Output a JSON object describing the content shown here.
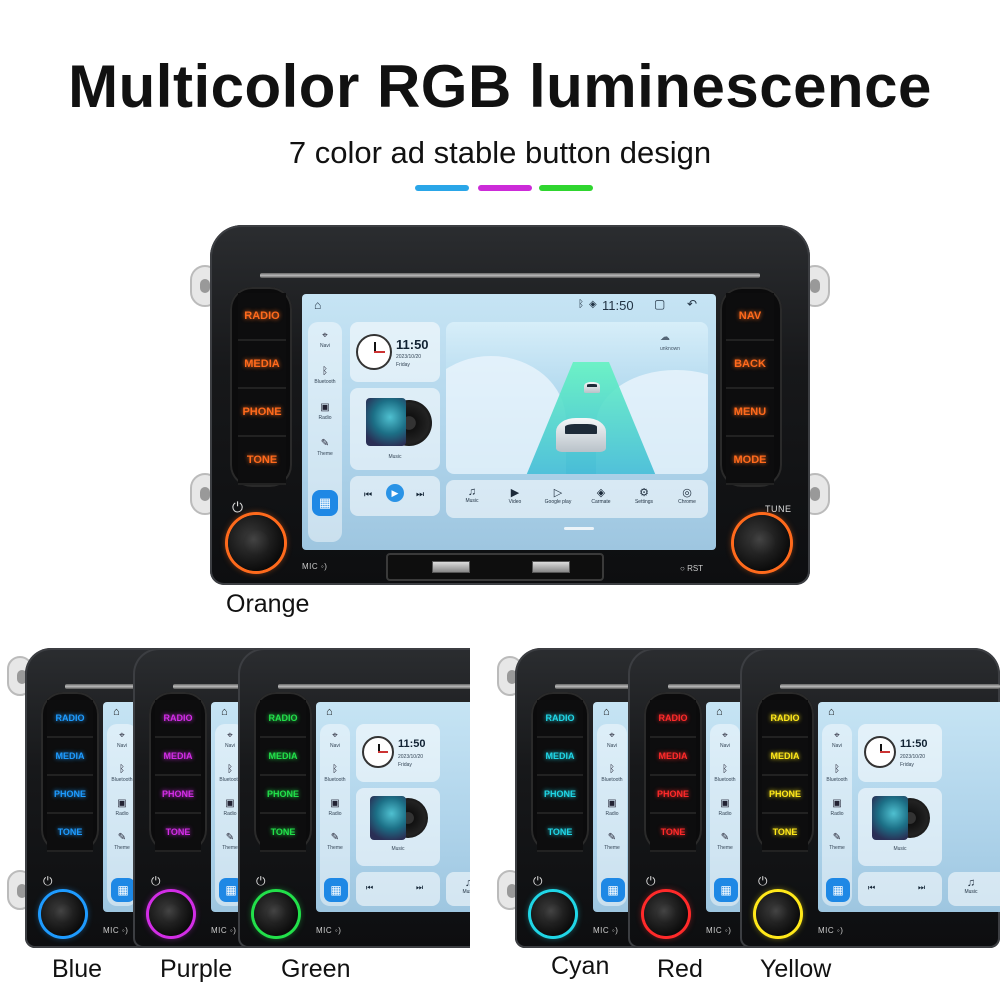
{
  "header": {
    "title": "Multicolor RGB luminescence",
    "subtitle": "7 color ad stable button design",
    "accent_lines": [
      "#2aa6e8",
      "#cc2bd8",
      "#2fd62f"
    ]
  },
  "main_unit": {
    "color_name": "Orange",
    "glow_color": "#ff6a1c",
    "left_buttons": [
      "RADIO",
      "MEDIA",
      "PHONE",
      "TONE"
    ],
    "right_buttons": [
      "NAV",
      "BACK",
      "MENU",
      "MODE"
    ],
    "tune_label": "TUNE",
    "mic_label": "MIC",
    "rst_label": "RST",
    "screen": {
      "time": "11:50",
      "clock_time": "11:50",
      "date": "2023/10/20",
      "day": "Friday",
      "music_label": "Music",
      "weather": "unknown",
      "sidebar": [
        {
          "icon": "navi-icon",
          "glyph": "⌖",
          "label": "Navi"
        },
        {
          "icon": "bluetooth-icon",
          "glyph": "ᛒ",
          "label": "Bluetooth"
        },
        {
          "icon": "radio-icon",
          "glyph": "▣",
          "label": "Radio"
        },
        {
          "icon": "theme-icon",
          "glyph": "✎",
          "label": "Theme"
        }
      ],
      "apps": [
        {
          "icon": "music-icon",
          "glyph": "♫",
          "label": "Music"
        },
        {
          "icon": "video-icon",
          "glyph": "▶",
          "label": "Video"
        },
        {
          "icon": "google-play-icon",
          "glyph": "▷",
          "label": "Google play"
        },
        {
          "icon": "carmate-icon",
          "glyph": "◈",
          "label": "Carmate"
        },
        {
          "icon": "settings-icon",
          "glyph": "⚙",
          "label": "Settings"
        },
        {
          "icon": "chrome-icon",
          "glyph": "◎",
          "label": "Chrome"
        }
      ]
    }
  },
  "variants": [
    {
      "color_name": "Blue",
      "glow_color": "#1e9bff"
    },
    {
      "color_name": "Purple",
      "glow_color": "#d22de6"
    },
    {
      "color_name": "Green",
      "glow_color": "#22e04a"
    },
    {
      "color_name": "Cyan",
      "glow_color": "#20d6e6"
    },
    {
      "color_name": "Red",
      "glow_color": "#ff2a2a"
    },
    {
      "color_name": "Yellow",
      "glow_color": "#ffe81a"
    }
  ]
}
